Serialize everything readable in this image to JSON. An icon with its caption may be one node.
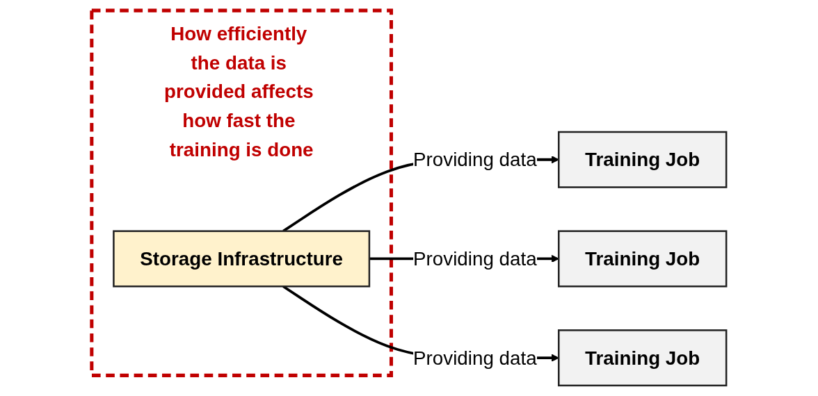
{
  "diagram": {
    "nodes": [
      {
        "text": [
          "How efficiently the data is provided affects how fast the training is done"
        ]
      },
      {
        "text": [
          "Storage Infrastructure"
        ],
        "in": 0
      },
      {
        "text": [
          "Training Job"
        ]
      },
      {
        "text": [
          "Training Job"
        ]
      },
      {
        "text": [
          "Training Job"
        ]
      }
    ],
    "edges": [
      {
        "from": 1,
        "to": 2,
        "arrow": "to",
        "label": "Providing data"
      },
      {
        "from": 1,
        "to": 3,
        "arrow": "to",
        "label": "Providing data"
      },
      {
        "from": 1,
        "to": 4,
        "arrow": "to",
        "label": "Providing data"
      }
    ]
  }
}
